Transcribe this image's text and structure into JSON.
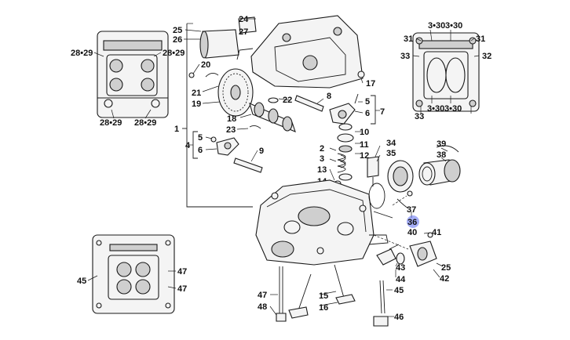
{
  "callouts": {
    "c28_29_a": "28•29",
    "c28_29_b": "28•29",
    "c28_29_c": "28•29",
    "c28_29_d": "28•29",
    "c25a": "25",
    "c26": "26",
    "c24": "24",
    "c27": "27",
    "c20": "20",
    "c21": "21",
    "c19": "19",
    "c22": "22",
    "c17": "17",
    "c8": "8",
    "c5a": "5",
    "c6a": "6",
    "c7": "7",
    "c1": "1",
    "c18": "18",
    "c23": "23",
    "c5b": "5",
    "c4": "4",
    "c6b": "6",
    "c9": "9",
    "c10": "10",
    "c11": "11",
    "c12": "12",
    "c2": "2",
    "c3": "3",
    "c13": "13",
    "c14": "14",
    "c34": "34",
    "c35": "35",
    "c39": "39",
    "c38": "38",
    "c31a": "31",
    "c31b": "31",
    "c330a": "3•30",
    "c330b": "3•30",
    "c330c": "3•30",
    "c330d": "3•30",
    "c32": "32",
    "c33a": "33",
    "c33b": "33",
    "c37": "37",
    "c36": "36",
    "c40": "40",
    "c41": "41",
    "c43": "43",
    "c44": "44",
    "c25b": "25",
    "c42": "42",
    "c45a": "45",
    "c45b": "45",
    "c47a": "47",
    "c47b": "47",
    "c47c": "47",
    "c48": "48",
    "c15": "15",
    "c16": "16",
    "c46": "46"
  },
  "highlight": {
    "callout": "36",
    "color": "#5b6cf0"
  }
}
